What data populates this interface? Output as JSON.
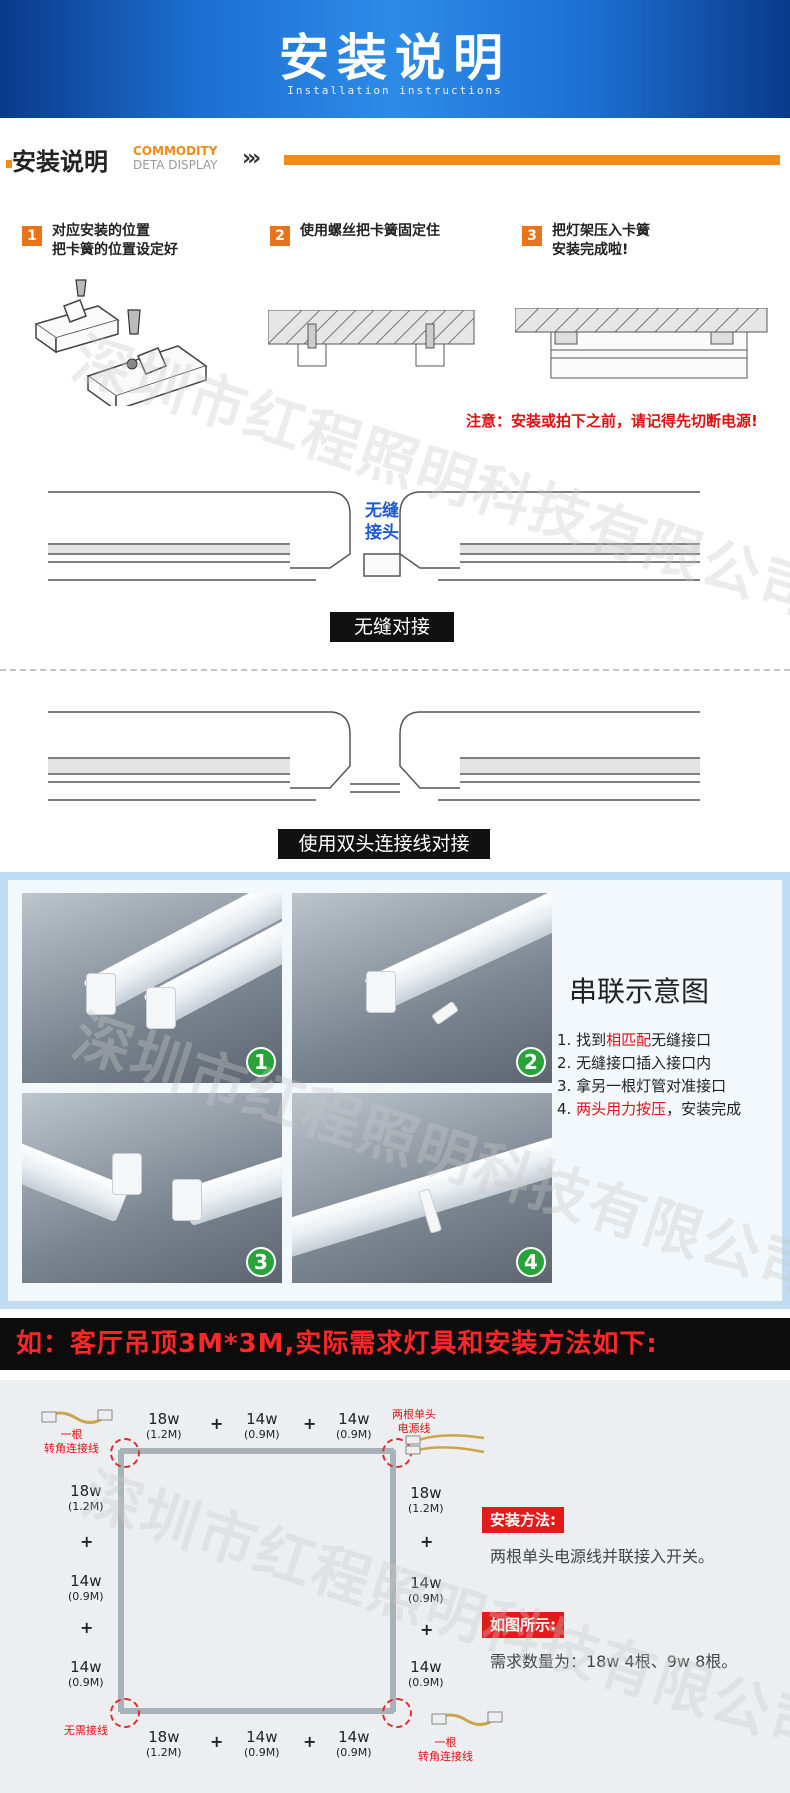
{
  "banner": {
    "title": "安装说明",
    "subtitle": "Installation instructions"
  },
  "section": {
    "title": "安装说明",
    "en_line1": "COMMODITY",
    "en_line2": "DETA DISPLAY",
    "arrows": "›››"
  },
  "steps": [
    {
      "num": "1",
      "line1": "对应安装的位置",
      "line2": "把卡簧的位置设定好"
    },
    {
      "num": "2",
      "line1": "使用螺丝把卡簧固定住",
      "line2": ""
    },
    {
      "num": "3",
      "line1": "把灯架压入卡簧",
      "line2": "安装完成啦!"
    }
  ],
  "warning": "注意：安装或拍下之前，请记得先切断电源!",
  "join1": {
    "callout_line1": "无缝",
    "callout_line2": "接头",
    "label": "无缝对接"
  },
  "join2": {
    "label": "使用双头连接线对接"
  },
  "series": {
    "title": "串联示意图",
    "steps": [
      {
        "n": "1.",
        "pre": "找到",
        "red": "相匹配",
        "post": "无缝接口"
      },
      {
        "n": "2.",
        "pre": "无缝接口插入接口内",
        "red": "",
        "post": ""
      },
      {
        "n": "3.",
        "pre": "拿另一根灯管对准接口",
        "red": "",
        "post": ""
      },
      {
        "n": "4.",
        "pre": "",
        "red": "两头用力按压",
        "post": "，安装完成"
      }
    ],
    "photo_nums": [
      "1",
      "2",
      "3",
      "4"
    ]
  },
  "example_banner": "如：客厅吊顶3M*3M,实际需求灯具和安装方法如下:",
  "diagram": {
    "top_segments": [
      {
        "w": "18w",
        "m": "(1.2M)"
      },
      {
        "w": "14w",
        "m": "(0.9M)"
      },
      {
        "w": "14w",
        "m": "(0.9M)"
      }
    ],
    "bottom_segments": [
      {
        "w": "18w",
        "m": "(1.2M)"
      },
      {
        "w": "14w",
        "m": "(0.9M)"
      },
      {
        "w": "14w",
        "m": "(0.9M)"
      }
    ],
    "left_segments": [
      {
        "w": "18w",
        "m": "(1.2M)"
      },
      {
        "w": "14w",
        "m": "(0.9M)"
      },
      {
        "w": "14w",
        "m": "(0.9M)"
      }
    ],
    "right_segments": [
      {
        "w": "18w",
        "m": "(1.2M)"
      },
      {
        "w": "14w",
        "m": "(0.9M)"
      },
      {
        "w": "14w",
        "m": "(0.9M)"
      }
    ],
    "plus": "+",
    "note_top_left_1": "一根",
    "note_top_left_2": "转角连接线",
    "note_top_right_1": "两根单头",
    "note_top_right_2": "电源线",
    "note_bottom_left": "无需接线",
    "note_bottom_right_1": "一根",
    "note_bottom_right_2": "转角连接线",
    "method_tag": "安装方法:",
    "method_text": "两根单头电源线并联接入开关。",
    "figure_tag": "如图所示:",
    "figure_text": "需求数量为：18w 4根、9w 8根。"
  },
  "watermark": "深圳市红程照明科技有限公司"
}
